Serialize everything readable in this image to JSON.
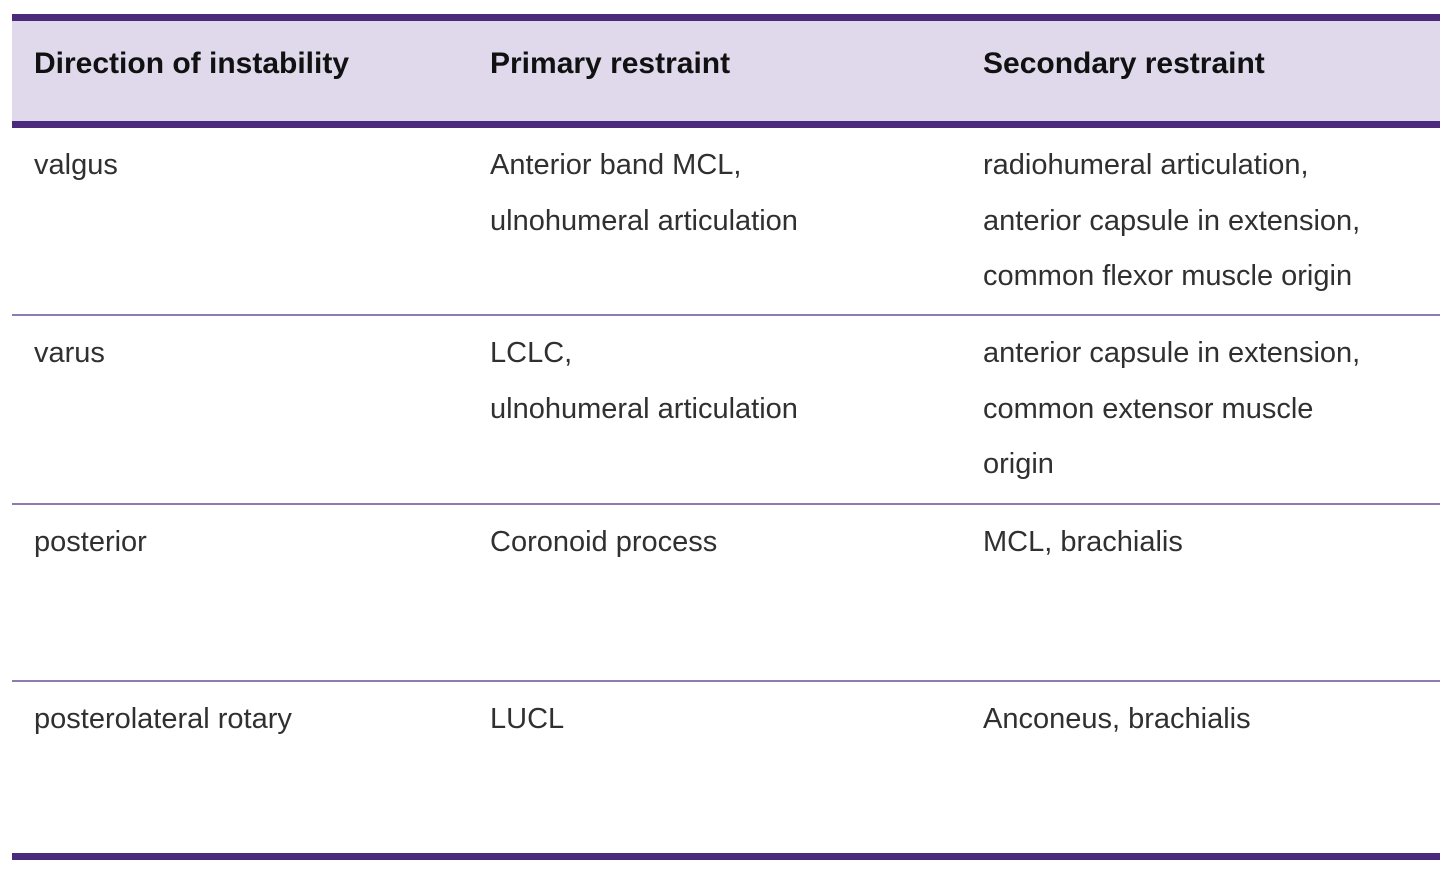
{
  "table": {
    "headers": [
      "Direction of instability",
      "Primary restraint",
      "Secondary restraint"
    ],
    "rows": [
      {
        "direction": [
          "valgus"
        ],
        "primary": [
          "Anterior band MCL,",
          "ulnohumeral articulation"
        ],
        "secondary": [
          "radiohumeral articulation,",
          "anterior capsule in extension,",
          "common flexor muscle origin"
        ]
      },
      {
        "direction": [
          "varus"
        ],
        "primary": [
          "LCLC,",
          "ulnohumeral articulation"
        ],
        "secondary": [
          "anterior capsule in extension,",
          "common extensor muscle",
          "origin"
        ]
      },
      {
        "direction": [
          "posterior"
        ],
        "primary": [
          "Coronoid process"
        ],
        "secondary": [
          "MCL, brachialis"
        ]
      },
      {
        "direction": [
          "posterolateral rotary"
        ],
        "primary": [
          "LUCL"
        ],
        "secondary": [
          "Anconeus, brachialis"
        ]
      }
    ],
    "colors": {
      "header_bg": "#e0d9ec",
      "header_rule": "#4b2a7b",
      "row_rule": "#8e7bb4"
    }
  }
}
